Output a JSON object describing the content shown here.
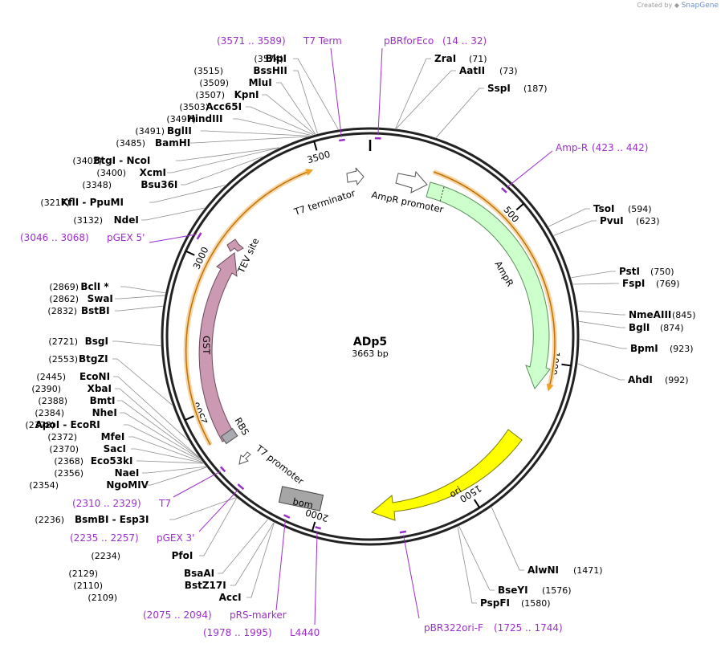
{
  "credit": {
    "prefix": "Created by",
    "brand": "SnapGene"
  },
  "plasmid": {
    "name": "ADp5",
    "size_label": "3663 bp",
    "length": 3663
  },
  "colors": {
    "backbone": "#222222",
    "enzyme_lead": "#8c8c8c",
    "primer": "#9b2fcc",
    "amp_r": "#ccffcc",
    "ori": "#ffff00",
    "gst": "#cc99b2",
    "rbs": "#a9aab2",
    "bom": "#a6a6a6",
    "promoter": "#ffffff",
    "orf": "#f0a020"
  },
  "ticks": [
    "500",
    "1000",
    "1500",
    "2000",
    "2500",
    "3000",
    "3500"
  ],
  "enzymes": [
    {
      "pos": "(3574)",
      "name": "BlpI"
    },
    {
      "pos": "(3515)",
      "name": "BssHII"
    },
    {
      "pos": "(3509)",
      "name": "MluI"
    },
    {
      "pos": "(3507)",
      "name": "KpnI"
    },
    {
      "pos": "(3503)",
      "name": "Acc65I"
    },
    {
      "pos": "(3497)",
      "name": "HindIII"
    },
    {
      "pos": "(3491)",
      "name": "BglII"
    },
    {
      "pos": "(3485)",
      "name": "BamHI"
    },
    {
      "pos": "(3402)",
      "name": "BtgI  -  NcoI"
    },
    {
      "pos": "(3400)",
      "name": "XcmI"
    },
    {
      "pos": "(3348)",
      "name": "Bsu36I"
    },
    {
      "pos": "(3217)",
      "name": "KflI  -  PpuMI"
    },
    {
      "pos": "(3132)",
      "name": "NdeI"
    },
    {
      "pos": "(2869)",
      "name": "BclI *"
    },
    {
      "pos": "(2862)",
      "name": "SwaI"
    },
    {
      "pos": "(2832)",
      "name": "BstBI"
    },
    {
      "pos": "(2721)",
      "name": "BsgI"
    },
    {
      "pos": "(2553)",
      "name": "BtgZI"
    },
    {
      "pos": "(2445)",
      "name": "EcoNI"
    },
    {
      "pos": "(2390)",
      "name": "XbaI"
    },
    {
      "pos": "(2388)",
      "name": "BmtI"
    },
    {
      "pos": "(2384)",
      "name": "NheI"
    },
    {
      "pos": "(2378)",
      "name": "ApoI  -  EcoRI"
    },
    {
      "pos": "(2372)",
      "name": "MfeI"
    },
    {
      "pos": "(2370)",
      "name": "SacI"
    },
    {
      "pos": "(2368)",
      "name": "Eco53kI"
    },
    {
      "pos": "(2356)",
      "name": "NaeI"
    },
    {
      "pos": "(2354)",
      "name": "NgoMIV"
    },
    {
      "pos": "(2236)",
      "name": "BsmBI  -  Esp3I"
    },
    {
      "pos": "(2234)",
      "name": "PfoI"
    },
    {
      "pos": "(2129)",
      "name": "BsaAI"
    },
    {
      "pos": "(2110)",
      "name": "BstZ17I"
    },
    {
      "pos": "(2109)",
      "name": "AccI"
    },
    {
      "name": "ZraI",
      "pos": "(71)"
    },
    {
      "name": "AatII",
      "pos": "(73)"
    },
    {
      "name": "SspI",
      "pos": "(187)"
    },
    {
      "name": "TsoI",
      "pos": "(594)"
    },
    {
      "name": "PvuI",
      "pos": "(623)"
    },
    {
      "name": "PstI",
      "pos": "(750)"
    },
    {
      "name": "FspI",
      "pos": "(769)"
    },
    {
      "name": "NmeAIII",
      "pos": "(845)"
    },
    {
      "name": "BglI",
      "pos": "(874)"
    },
    {
      "name": "BpmI",
      "pos": "(923)"
    },
    {
      "name": "AhdI",
      "pos": "(992)"
    },
    {
      "name": "AlwNI",
      "pos": "(1471)"
    },
    {
      "name": "BseYI",
      "pos": "(1576)"
    },
    {
      "name": "PspFI",
      "pos": "(1580)"
    }
  ],
  "primers": [
    {
      "range": "(3571 .. 3589)",
      "name": "T7 Term"
    },
    {
      "name": "pBRforEco",
      "range": "(14 .. 32)"
    },
    {
      "name": "Amp-R",
      "range": "(423 .. 442)"
    },
    {
      "range": "(3046 .. 3068)",
      "name": "pGEX 5'"
    },
    {
      "range": "(2310 .. 2329)",
      "name": "T7"
    },
    {
      "range": "(2235 .. 2257)",
      "name": "pGEX 3'"
    },
    {
      "range": "(2075 .. 2094)",
      "name": "pRS-marker"
    },
    {
      "range": "(1978 .. 1995)",
      "name": "L4440"
    },
    {
      "name": "pBR322ori-F",
      "range": "(1725 .. 1744)"
    }
  ],
  "features": [
    "T7 terminator",
    "AmpR promoter",
    "AmpR",
    "ori",
    "bom",
    "T7 promoter",
    "RBS",
    "GST",
    "TEV site"
  ]
}
